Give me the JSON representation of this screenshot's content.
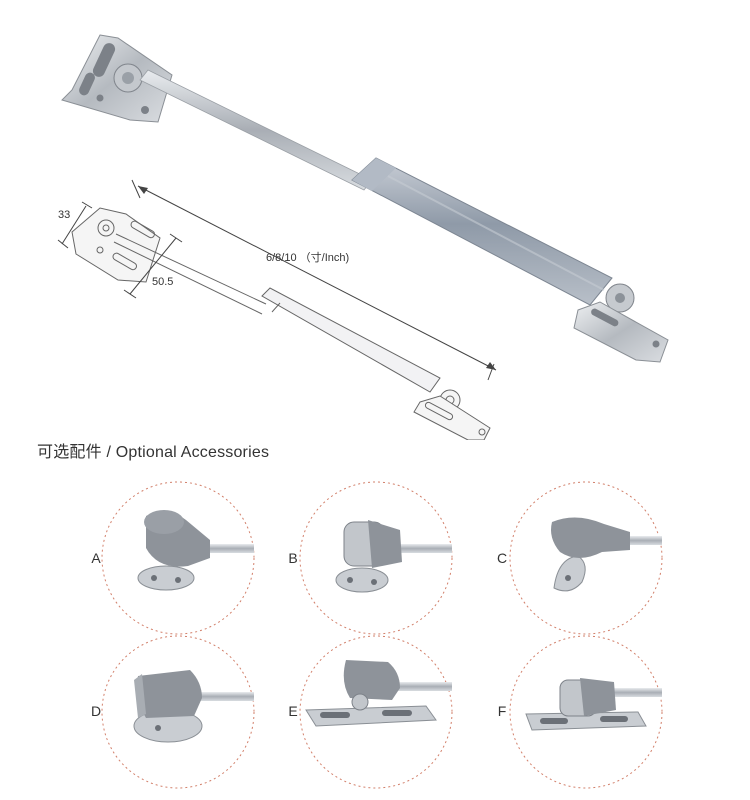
{
  "dimensions": {
    "length_label": "6/8/10 （寸/Inch)",
    "height_label": "33",
    "width_label": "50.5"
  },
  "section": {
    "title": "可选配件 / Optional Accessories"
  },
  "accessories": [
    {
      "letter": "A",
      "icon": "round-swivel-mount-icon"
    },
    {
      "letter": "B",
      "icon": "roller-swivel-mount-icon"
    },
    {
      "letter": "C",
      "icon": "oval-plate-mount-icon"
    },
    {
      "letter": "D",
      "icon": "clip-round-mount-icon"
    },
    {
      "letter": "E",
      "icon": "slotted-plate-mount-icon"
    },
    {
      "letter": "F",
      "icon": "slotted-roller-mount-icon"
    }
  ],
  "colors": {
    "steel": "#b9bec5",
    "body": "#9ea7b3",
    "cap": "#8e939a",
    "dash": "#d2806b"
  }
}
